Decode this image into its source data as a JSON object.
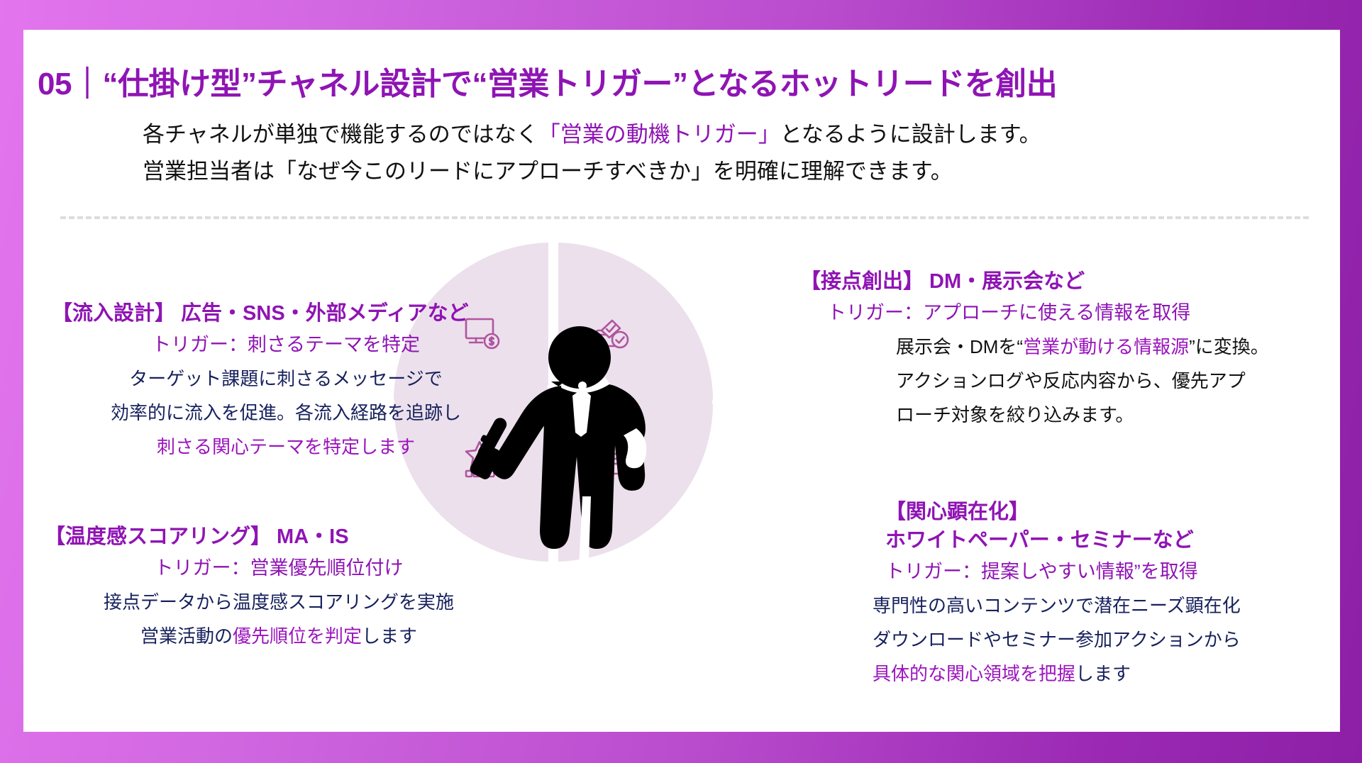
{
  "slide": {
    "number": "05",
    "separator": "｜",
    "title": "“仕掛け型”チャネル設計で“営業トリガー”となるホットリードを創出",
    "subtitle_line1_a": "各チャネルが単独で機能するのではなく",
    "subtitle_line1_hl": "「営業の動機トリガー」",
    "subtitle_line1_b": "となるように設計します。",
    "subtitle_line2": "営業担当者は「なぜ今このリードにアプローチすべきか」を明確に理解できます。",
    "accent_purple": "#8f14b4",
    "accent_magenta": "#9b15bd",
    "body_navy": "#17215c",
    "body_black": "#111111",
    "card_bg": "#ffffff",
    "bg_gradient_from": "#e375ee",
    "bg_gradient_to": "#8d1fa6"
  },
  "blocks": {
    "inflow": {
      "heading": "【流入設計】 広告・SNS・外部メディアなど",
      "trigger": "トリガー：刺さるテーマを特定",
      "body_lines": [
        {
          "segments": [
            {
              "text": "ターゲット課題に刺さるメッセージで",
              "color": "navy"
            }
          ]
        },
        {
          "segments": [
            {
              "text": "効率的に流入を促進。各流入経路を追跡し",
              "color": "navy"
            }
          ]
        },
        {
          "segments": [
            {
              "text": "刺さる関心テーマを特定します",
              "color": "purple"
            }
          ]
        }
      ]
    },
    "scoring": {
      "heading": "【温度感スコアリング】 MA・IS",
      "trigger": "トリガー：営業優先順位付け",
      "body_lines": [
        {
          "segments": [
            {
              "text": "接点データから温度感スコアリングを実施",
              "color": "navy"
            }
          ]
        },
        {
          "segments": [
            {
              "text": "営業活動の",
              "color": "navy"
            },
            {
              "text": "優先順位を判定",
              "color": "purple"
            },
            {
              "text": "します",
              "color": "navy"
            }
          ]
        }
      ]
    },
    "touchpoint": {
      "heading": "【接点創出】 DM・展示会など",
      "trigger": "トリガー：アプローチに使える情報を取得",
      "body_lines": [
        {
          "segments": [
            {
              "text": "展示会・DMを“",
              "color": "black"
            },
            {
              "text": "営業が動ける情報源",
              "color": "purple"
            },
            {
              "text": "”に変換。",
              "color": "black"
            }
          ]
        },
        {
          "segments": [
            {
              "text": "アクションログや反応内容から、優先アプ",
              "color": "black"
            }
          ]
        },
        {
          "segments": [
            {
              "text": "ローチ対象を絞り込みます。",
              "color": "black"
            }
          ]
        }
      ]
    },
    "interest": {
      "heading_line1": "【関心顕在化】",
      "heading_line2": "ホワイトペーパー・セミナーなど",
      "trigger": "トリガー：提案しやすい情報”を取得",
      "body_lines": [
        {
          "segments": [
            {
              "text": "専門性の高いコンテンツで潜在ニーズ顕在化",
              "color": "navy"
            }
          ]
        },
        {
          "segments": [
            {
              "text": "ダウンロードやセミナー参加アクションから",
              "color": "navy"
            }
          ]
        },
        {
          "segments": [
            {
              "text": "具体的な関心領域を把握",
              "color": "purple"
            },
            {
              "text": "します",
              "color": "navy"
            }
          ]
        }
      ]
    }
  },
  "graphic": {
    "wheel_color": "#ece0ec",
    "icon_color": "#b0559f",
    "figure_color": "#000000",
    "icons": [
      {
        "name": "monitor-dollar-icon",
        "quadrant": "top-left"
      },
      {
        "name": "ballot-box-check-icon",
        "quadrant": "top-right"
      },
      {
        "name": "star-rating-icon",
        "quadrant": "bottom-left"
      },
      {
        "name": "document-icon",
        "quadrant": "bottom-right"
      }
    ]
  }
}
